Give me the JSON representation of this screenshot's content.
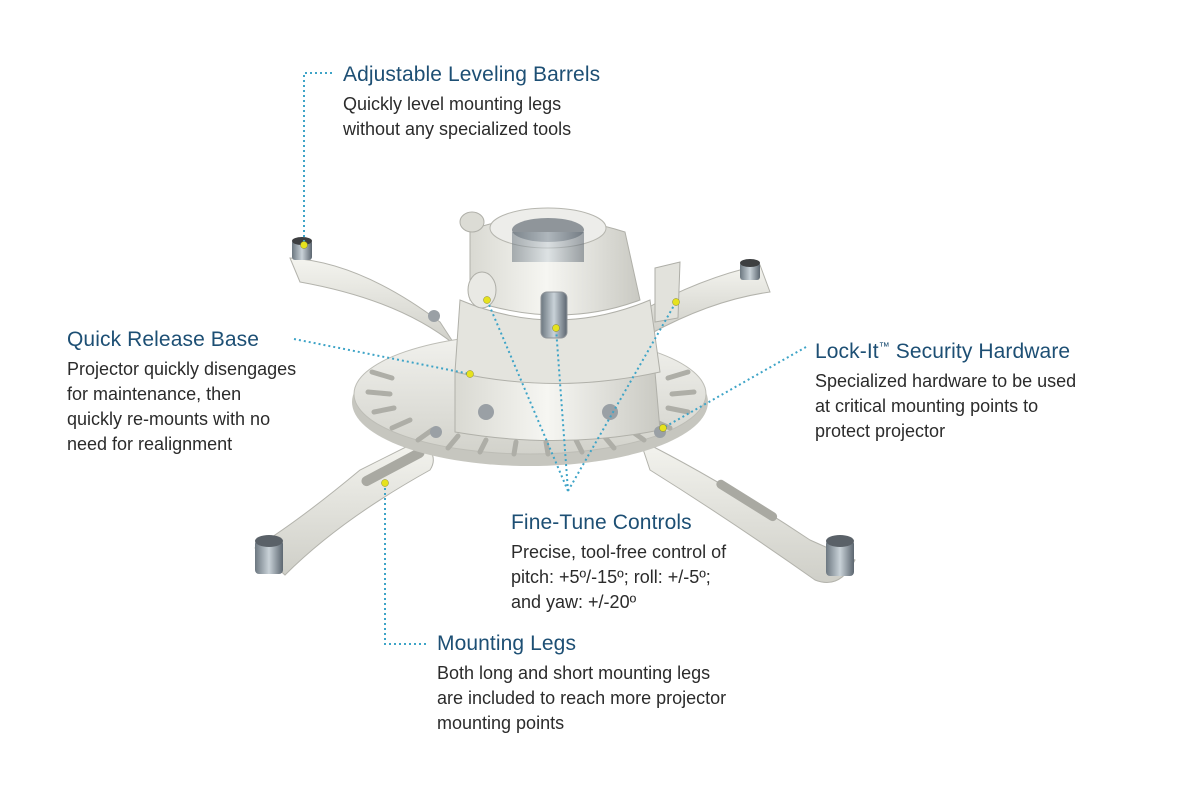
{
  "colors": {
    "heading": "#1d4f74",
    "body": "#2b2b2b",
    "leader": "#3ea4c7",
    "dot": "#e6e21e",
    "mount": "#e8e8e2",
    "mount_shadow": "#b9b9b2"
  },
  "callouts": {
    "leveling": {
      "title": "Adjustable Leveling Barrels",
      "lines": [
        "Quickly level mounting legs",
        "without any specialized tools"
      ]
    },
    "quick_release": {
      "title": "Quick Release Base",
      "lines": [
        "Projector quickly disengages",
        "for maintenance, then",
        "quickly re-mounts with no",
        "need for realignment"
      ]
    },
    "lock_it": {
      "title": "Lock-It",
      "trademark": "™",
      "title_rest": " Security Hardware",
      "lines": [
        "Specialized hardware to be used",
        "at critical mounting points to",
        "protect projector"
      ]
    },
    "fine_tune": {
      "title": "Fine-Tune Controls",
      "lines": [
        "Precise, tool-free control of",
        "pitch: +5º/-15º; roll: +/-5º;",
        "and yaw: +/-20º"
      ]
    },
    "legs": {
      "title": "Mounting Legs",
      "lines": [
        "Both long and short mounting legs",
        "are included to reach more projector",
        "mounting points"
      ]
    }
  },
  "product": {
    "illustration": "projector-ceiling-mount"
  }
}
